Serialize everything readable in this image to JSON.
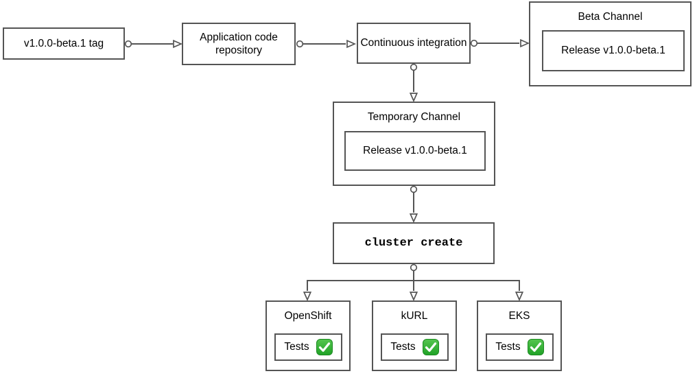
{
  "colors": {
    "stroke": "#545454",
    "background": "#ffffff",
    "text": "#000000",
    "check_green_light": "#55c54f",
    "check_green_dark": "#1fa226",
    "check_mark_white": "#ffffff"
  },
  "nodes": {
    "tag": {
      "label": "v1.0.0-beta.1 tag"
    },
    "repo": {
      "label": "Application code repository"
    },
    "ci": {
      "label": "Continuous integration"
    },
    "beta_channel": {
      "title": "Beta Channel",
      "release_label": "Release v1.0.0-beta.1"
    },
    "temporary_channel": {
      "title": "Temporary Channel",
      "release_label": "Release v1.0.0-beta.1"
    },
    "cluster_create": {
      "label": "cluster create"
    }
  },
  "platforms": [
    {
      "title": "OpenShift",
      "tests_label": "Tests",
      "status_icon": "check-mark-button"
    },
    {
      "title": "kURL",
      "tests_label": "Tests",
      "status_icon": "check-mark-button"
    },
    {
      "title": "EKS",
      "tests_label": "Tests",
      "status_icon": "check-mark-button"
    }
  ]
}
